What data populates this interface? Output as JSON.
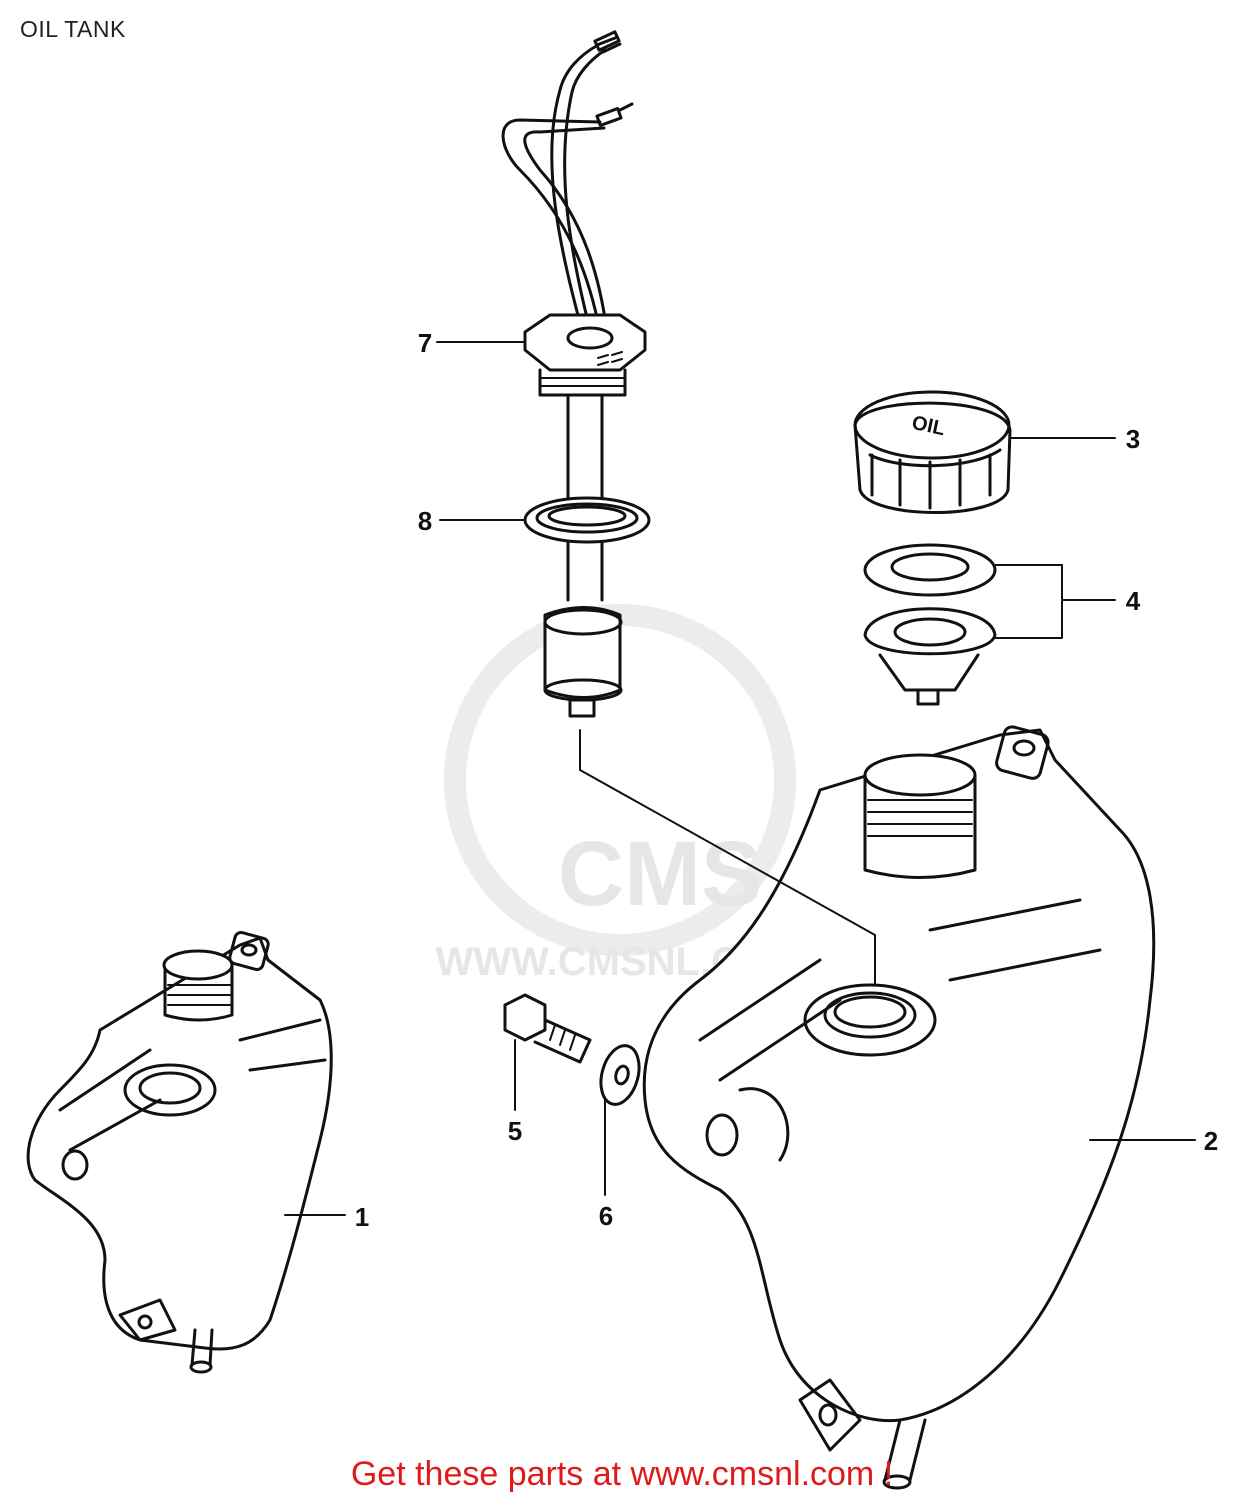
{
  "title": "OIL TANK",
  "callouts": {
    "p1": "1",
    "p2": "2",
    "p3": "3",
    "p4": "4",
    "p5": "5",
    "p6": "6",
    "p7": "7",
    "p8": "8"
  },
  "cap_text": "OIL",
  "watermark": {
    "brand": "CMS",
    "url": "WWW.CMSNL.COM"
  },
  "footer": "Get these parts at www.cmsnl.com !",
  "colors": {
    "line": "#111111",
    "footer": "#e01a1a",
    "watermark": "#e6e6e6"
  }
}
